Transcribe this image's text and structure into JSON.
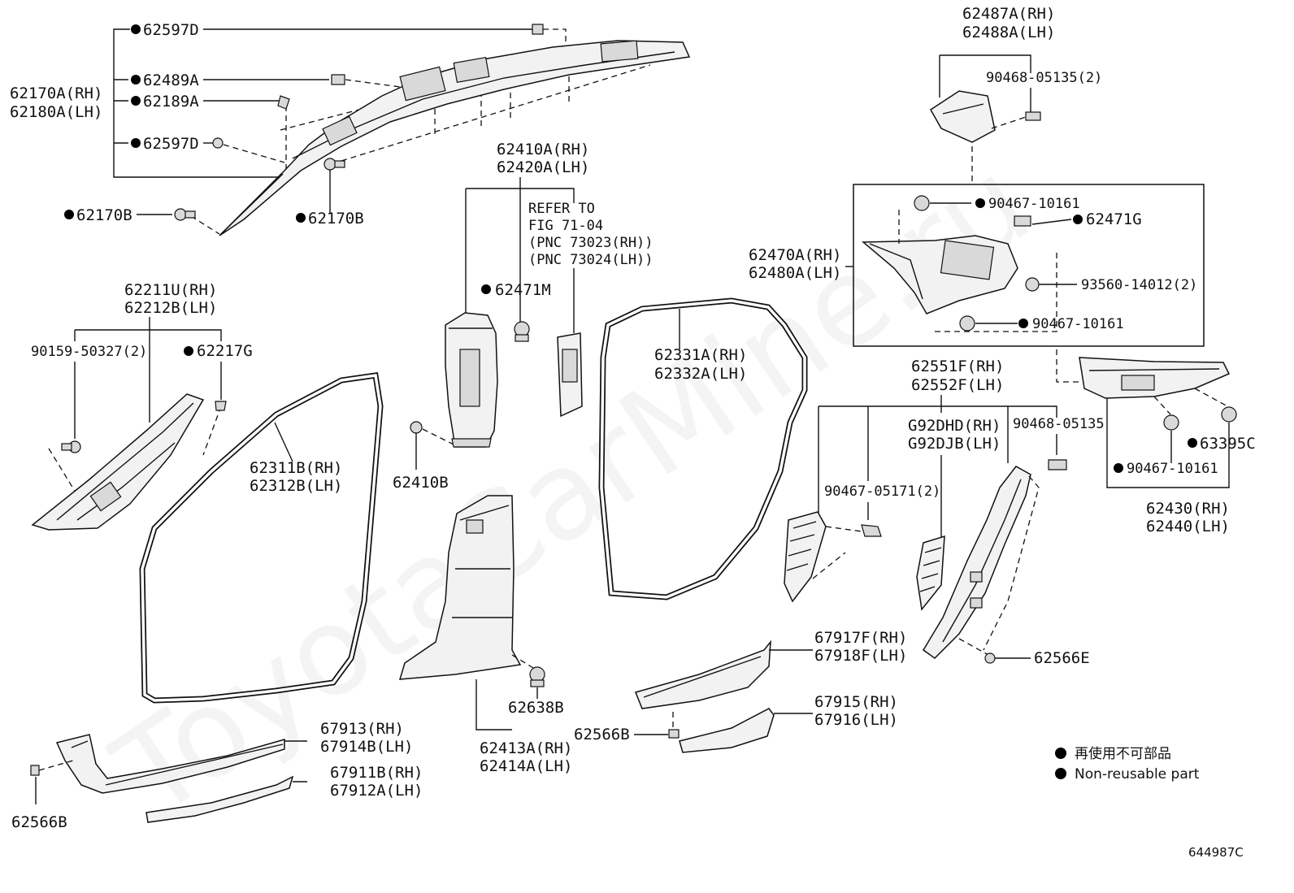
{
  "watermark": "ToyotaCarMine.ru",
  "diagram_code": "644987C",
  "legend": {
    "items": [
      {
        "label": "再使用不可部品"
      },
      {
        "label": "Non-reusable part"
      }
    ]
  },
  "labels": {
    "p62597D_top": "62597D",
    "p62489A": "62489A",
    "p62170A_rh": "62170A(RH)",
    "p62180A_lh": "62180A(LH)",
    "p62189A": "62189A",
    "p62597D_mid": "62597D",
    "p62170B_left": "62170B",
    "p62170B_right": "62170B",
    "p62410A_rh": "62410A(RH)",
    "p62420A_lh": "62420A(LH)",
    "refer_1": "REFER TO",
    "refer_2": "FIG 71-04",
    "refer_3": "(PNC 73023(RH))",
    "refer_4": "(PNC 73024(LH))",
    "p62471M": "62471M",
    "p62211U_rh": "62211U(RH)",
    "p62212B_lh": "62212B(LH)",
    "p90159": "90159-50327(2)",
    "p62217G": "62217G",
    "p62311B_rh": "62311B(RH)",
    "p62312B_lh": "62312B(LH)",
    "p62410B": "62410B",
    "p62331A_rh": "62331A(RH)",
    "p62332A_lh": "62332A(LH)",
    "p62487A_rh": "62487A(RH)",
    "p62488A_lh": "62488A(LH)",
    "p90468_05135_2": "90468-05135(2)",
    "p90467_10161_a": "90467-10161",
    "p62471G": "62471G",
    "p62470A_rh": "62470A(RH)",
    "p62480A_lh": "62480A(LH)",
    "p93560": "93560-14012(2)",
    "p90467_10161_b": "90467-10161",
    "p62551F_rh": "62551F(RH)",
    "p62552F_lh": "62552F(LH)",
    "pG92DHD_rh": "G92DHD(RH)",
    "pG92DJB_lh": "G92DJB(LH)",
    "p90468_05135": "90468-05135",
    "p63395C": "63395C",
    "p90467_10161_c": "90467-10161",
    "p62430_rh": "62430(RH)",
    "p62440_lh": "62440(LH)",
    "p90467_05171": "90467-05171(2)",
    "p62566E": "62566E",
    "p67917F_rh": "67917F(RH)",
    "p67918F_lh": "67918F(LH)",
    "p62638B": "62638B",
    "p67915_rh": "67915(RH)",
    "p67916_lh": "67916(LH)",
    "p62566B_mid": "62566B",
    "p62413A_rh": "62413A(RH)",
    "p62414A_lh": "62414A(LH)",
    "p67913_rh": "67913(RH)",
    "p67914B_lh": "67914B(LH)",
    "p67911B_rh": "67911B(RH)",
    "p67912A_lh": "67912A(LH)",
    "p62566B_left": "62566B"
  }
}
